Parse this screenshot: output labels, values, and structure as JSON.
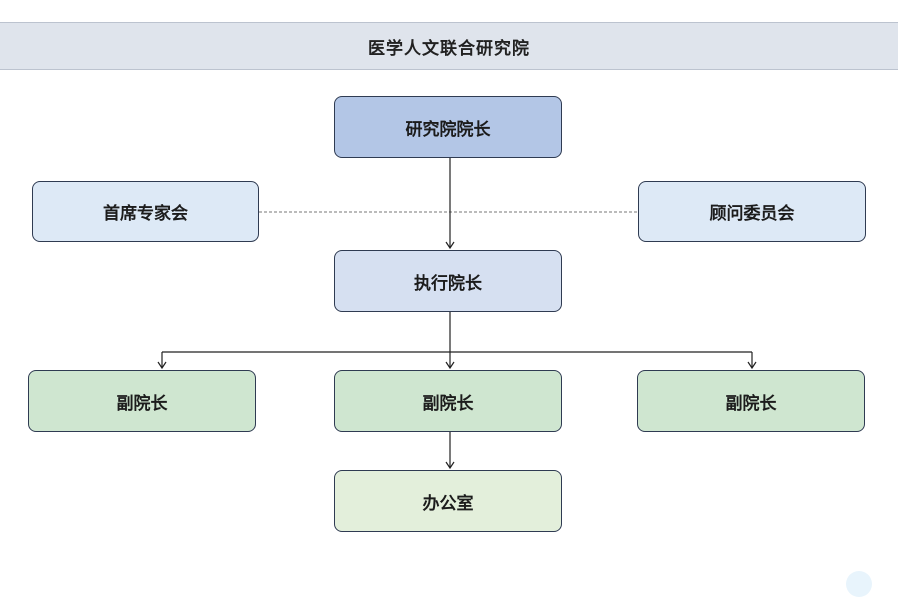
{
  "header": {
    "title": "医学人文联合研究院"
  },
  "nodes": {
    "president": "研究院院长",
    "chief_experts": "首席专家会",
    "advisory_committee": "顾问委员会",
    "executive_president": "执行院长",
    "vice_president_left": "副院长",
    "vice_president_middle": "副院长",
    "vice_president_right": "副院长",
    "office": "办公室"
  },
  "colors": {
    "header_bg": "#dfe4ec",
    "president_fill": "#b3c6e6",
    "committee_fill": "#dde9f6",
    "executive_fill": "#d6e0f1",
    "vice_fill": "#cfe6d0",
    "office_fill": "#e3efdb",
    "border": "#2f3b52"
  }
}
